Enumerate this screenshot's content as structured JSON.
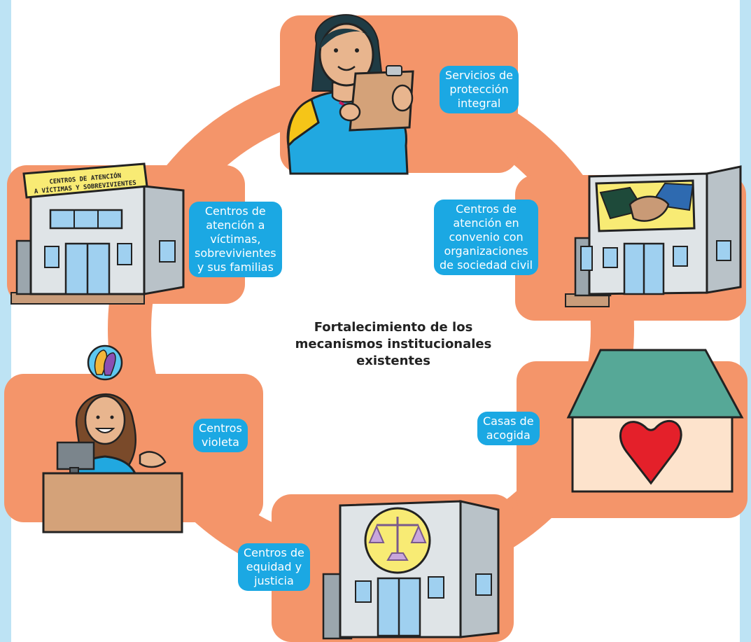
{
  "diagram": {
    "center_title": "Fortalecimiento de los\nmecanismos institucionales\nexistentes",
    "nodes": [
      {
        "id": "servicios",
        "label": "Servicios de\nprotección\nintegral"
      },
      {
        "id": "convenio",
        "label": "Centros de\natención en\nconvenio con\norganizaciones\nde sociedad civil"
      },
      {
        "id": "acogida",
        "label": "Casas de\nacogida"
      },
      {
        "id": "equidad",
        "label": "Centros de\nequidad y\njusticia"
      },
      {
        "id": "violeta",
        "label": "Centros\nvioleta"
      },
      {
        "id": "victimas",
        "label": "Centros de\natención a\nvíctimas,\nsobrevivientes\ny sus familias"
      }
    ],
    "building_sign": "CENTROS DE ATENCIÓN\nA VÍCTIMAS Y SOBREVIVIENTES",
    "icons": [
      "worker-with-clipboard-icon",
      "handshake-building-icon",
      "heart-house-icon",
      "justice-scales-building-icon",
      "violet-center-receptionist-icon",
      "victim-care-building-icon",
      "people-profiles-badge-icon"
    ],
    "colors": {
      "ring": "#f4956a",
      "pill": "#1ba8e3",
      "background_stripe": "#bde3f4",
      "panel": "#ffffff"
    }
  }
}
